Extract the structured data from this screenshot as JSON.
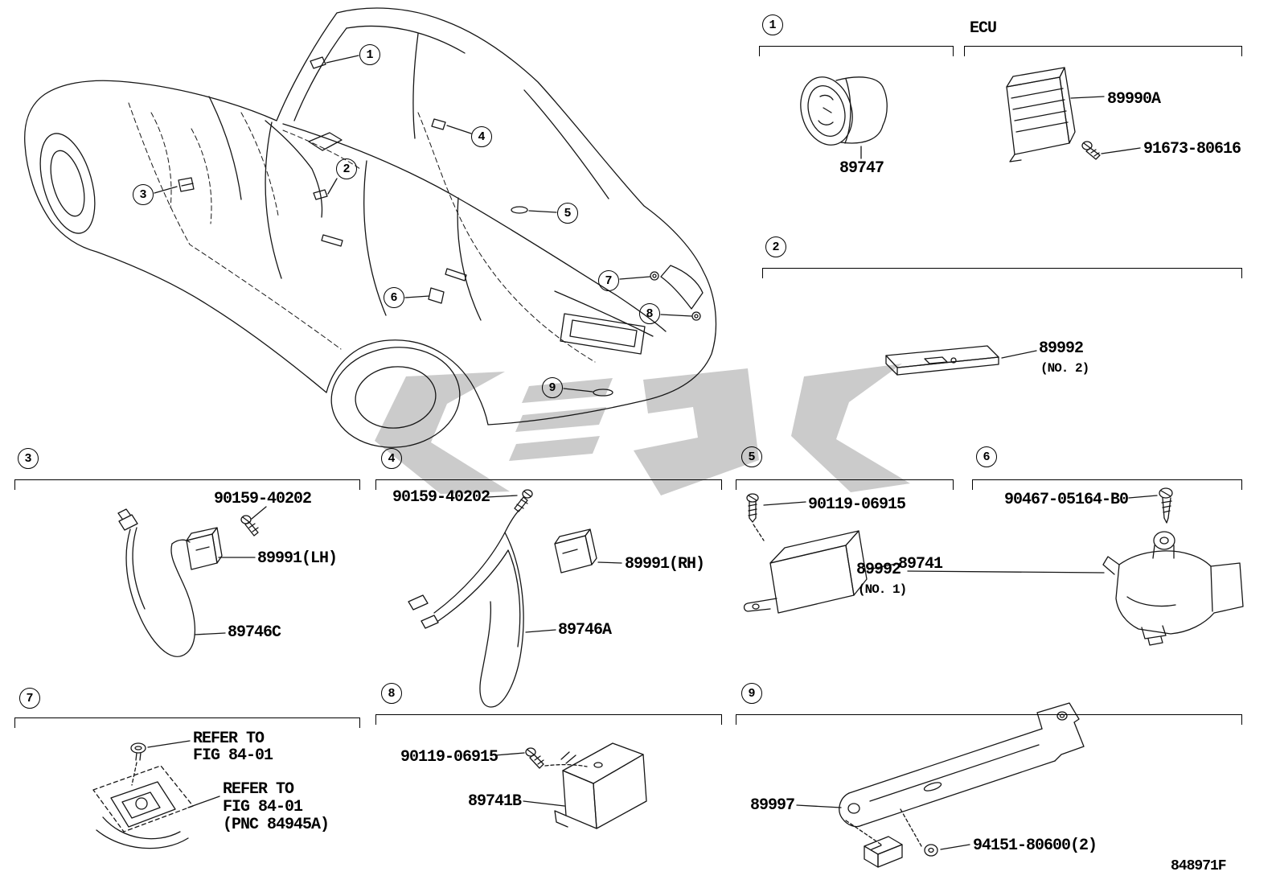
{
  "diagram": {
    "code": "848971F"
  },
  "callouts": {
    "c1": "1",
    "c2": "2",
    "c3": "3",
    "c4": "4",
    "c5": "5",
    "c6": "6",
    "c7": "7",
    "c8": "8",
    "c9": "9"
  },
  "sections": {
    "s1": "1",
    "s2": "2",
    "s3": "3",
    "s4": "4",
    "s5": "5",
    "s6": "6",
    "s7": "7",
    "s8": "8",
    "s9": "9",
    "ecu_title": "ECU"
  },
  "labels": {
    "p89747": "89747",
    "p89990a": "89990A",
    "p91673": "91673-80616",
    "p89992_no2": "89992",
    "p89992_no2_note": "(NO. 2)",
    "s3_screw": "90159-40202",
    "s3_unit": "89991(LH)",
    "s3_harness": "89746C",
    "s4_screw": "90159-40202",
    "s4_unit": "89991(RH)",
    "s4_harness": "89746A",
    "s5_bolt": "90119-06915",
    "s5_receiver": "89741",
    "s6_screw": "90467-05164-B0",
    "s6_part": "89992",
    "s6_part_note": "(NO. 1)",
    "s7_ref_top_1": "REFER TO",
    "s7_ref_top_2": "FIG 84-01",
    "s7_ref_bottom_1": "REFER TO",
    "s7_ref_bottom_2": "FIG 84-01",
    "s7_ref_bottom_3": "(PNC 84945A)",
    "s8_bolt": "90119-06915",
    "s8_part": "89741B",
    "s9_part": "89997",
    "s9_clamp": "94151-80600(2)"
  }
}
